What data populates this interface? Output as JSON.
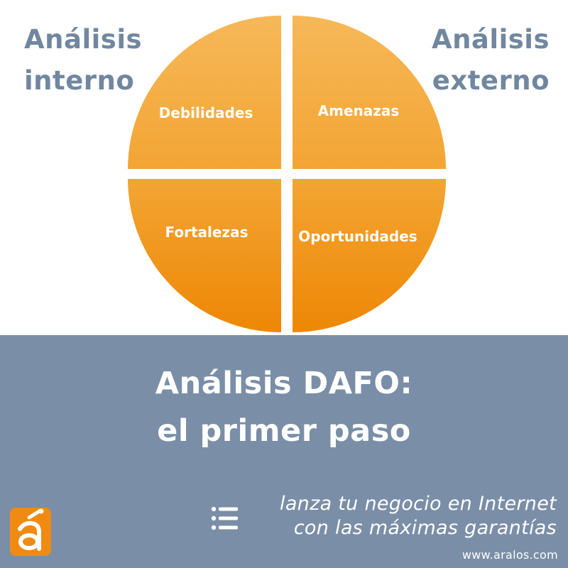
{
  "labels": {
    "left": [
      "Análisis",
      "interno"
    ],
    "right": [
      "Análisis",
      "externo"
    ]
  },
  "quadrants": {
    "top_left": "Debilidades",
    "top_right": "Amenazas",
    "bottom_left": "Fortalezas",
    "bottom_right": "Oportunidades"
  },
  "headline": [
    "Análisis DAFO:",
    "el primer paso"
  ],
  "tagline": [
    "lanza tu negocio en Internet",
    "con las máximas garantías"
  ],
  "website": "www.aralos.com",
  "icons": {
    "logo": "aralos-a-logo-icon",
    "list": "list-icon"
  },
  "colors": {
    "quadrant_top": "#f7b85a",
    "quadrant_bottom": "#ef8a08",
    "label_text": "#7187a0",
    "footer_background": "#7a8ea7",
    "logo_background": "#f08a12"
  }
}
